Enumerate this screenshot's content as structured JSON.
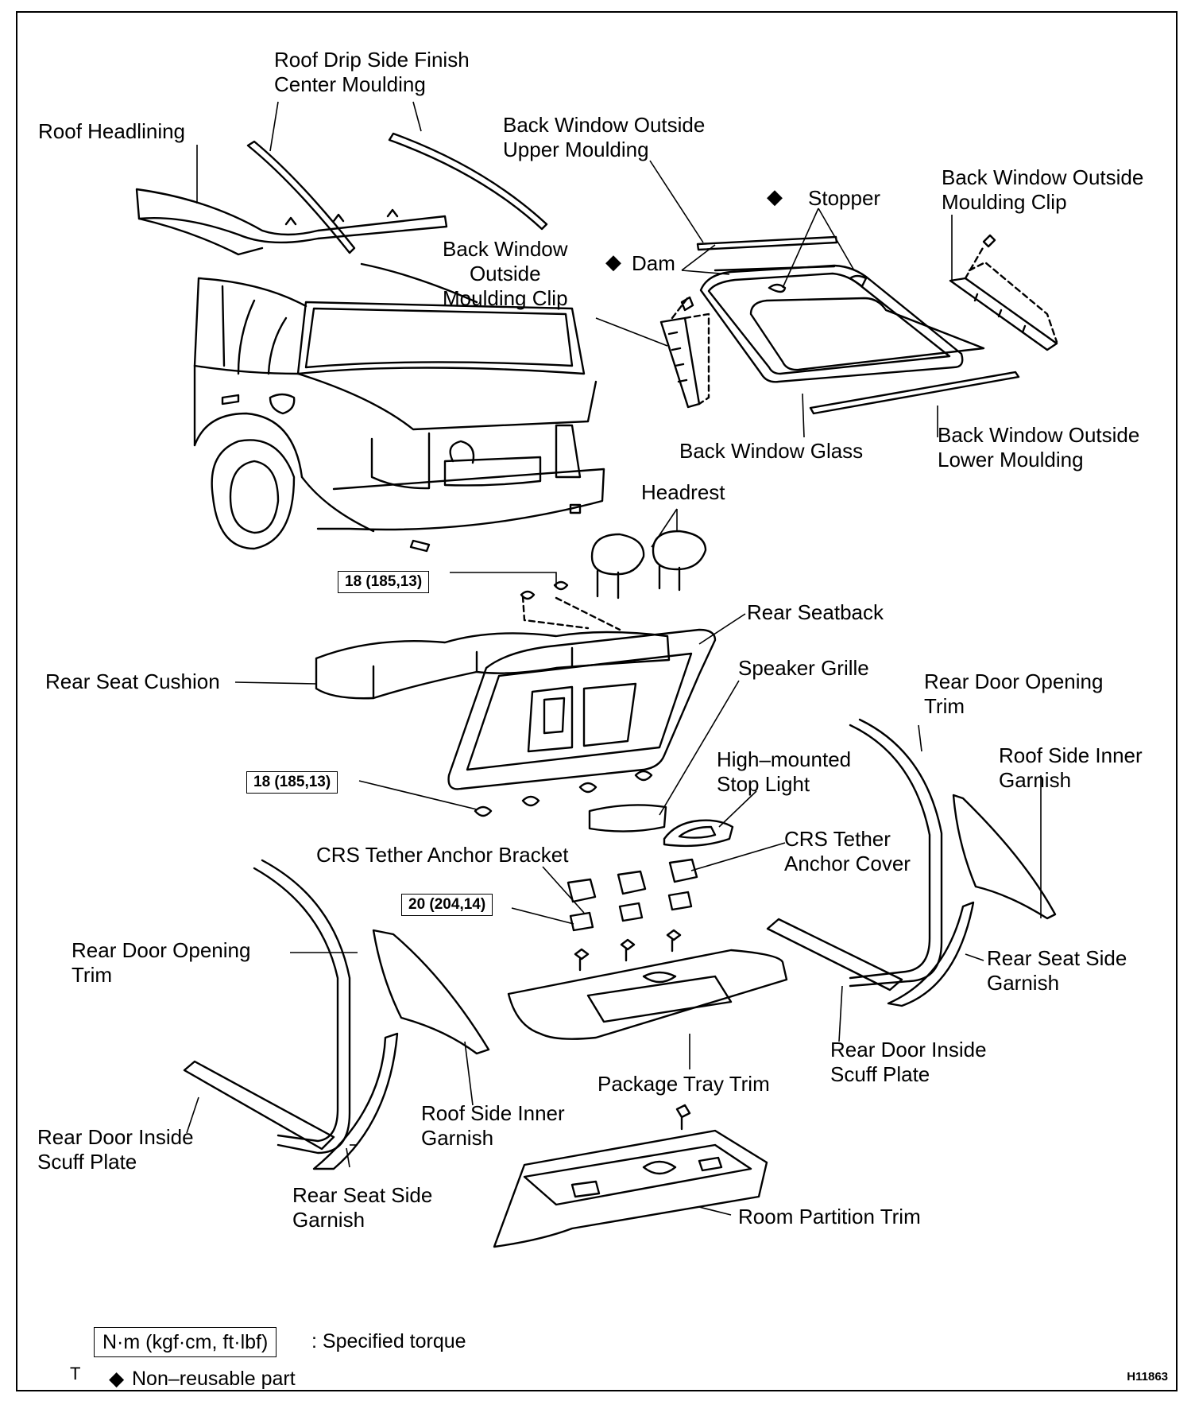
{
  "labels": {
    "roof_drip": "Roof Drip Side Finish\nCenter Moulding",
    "roof_headlining": "Roof Headlining",
    "bw_upper": "Back Window Outside\nUpper Moulding",
    "stopper": "Stopper",
    "bw_clip_right": "Back Window Outside\nMoulding Clip",
    "bw_clip_left": "Back Window\nOutside\nMoulding Clip",
    "dam": "Dam",
    "bw_glass": "Back Window Glass",
    "bw_lower": "Back Window Outside\nLower Moulding",
    "headrest": "Headrest",
    "rear_seatback": "Rear Seatback",
    "rear_seat_cushion": "Rear Seat Cushion",
    "speaker_grille": "Speaker Grille",
    "rear_door_opening_trim_right": "Rear Door Opening\nTrim",
    "roof_side_inner_right": "Roof Side Inner\nGarnish",
    "high_mounted": "High–mounted\nStop Light",
    "crs_bracket": "CRS Tether Anchor Bracket",
    "crs_cover": "CRS Tether\nAnchor Cover",
    "rear_door_opening_trim_left": "Rear  Door  Opening\nTrim",
    "rear_seat_side_right": "Rear Seat Side\nGarnish",
    "rear_door_scuff_right": "Rear Door Inside\nScuff Plate",
    "package_tray": "Package Tray Trim",
    "roof_side_inner_left": "Roof Side Inner\nGarnish",
    "rear_door_scuff_left": "Rear Door Inside\nScuff Plate",
    "rear_seat_side_left": "Rear Seat Side\nGarnish",
    "room_partition": "Room Partition Trim"
  },
  "torque": {
    "t1": "18 (185,13)",
    "t2": "18 (185,13)",
    "t3": "20 (204,14)"
  },
  "legend": {
    "torque_unit": "N·m (kgf·cm, ft·lbf)",
    "torque_desc": ": Specified torque",
    "non_reusable": "Non–reusable part",
    "t_mark": "T"
  },
  "symbols": {
    "diamond": "◆"
  },
  "figure_code": "H11863"
}
